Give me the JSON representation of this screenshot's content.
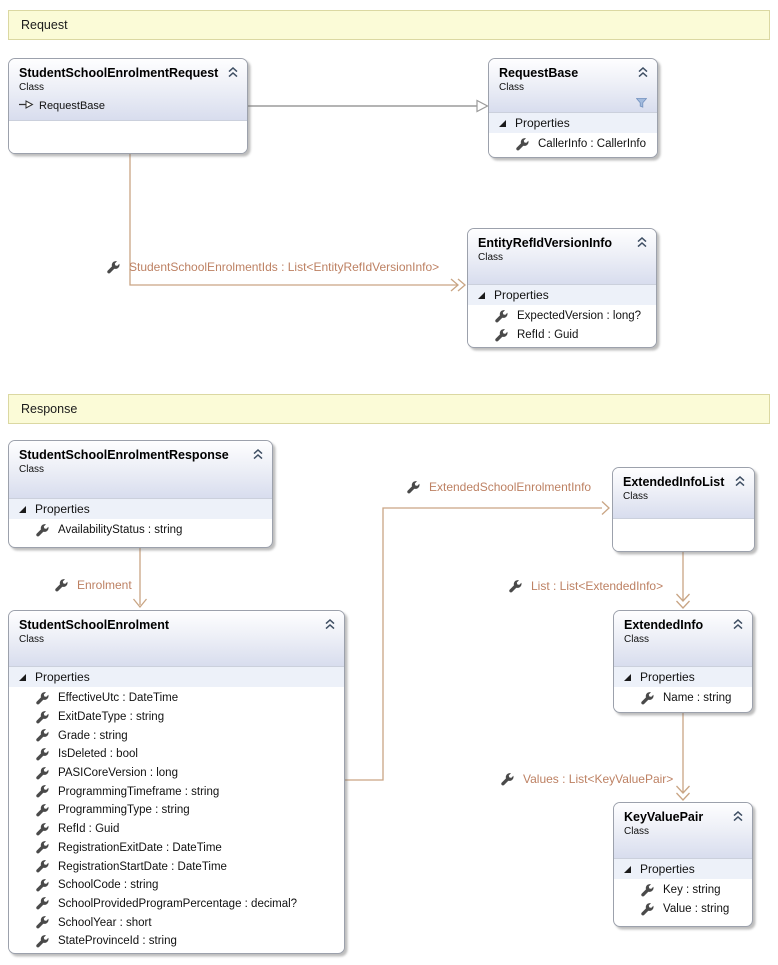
{
  "regions": {
    "request": {
      "label": "Request"
    },
    "response": {
      "label": "Response"
    }
  },
  "labels": {
    "properties": "Properties",
    "class_kind": "Class"
  },
  "classes": {
    "ss_request": {
      "title": "StudentSchoolEnrolmentRequest",
      "kind": "Class",
      "base": "RequestBase",
      "properties": []
    },
    "request_base": {
      "title": "RequestBase",
      "kind": "Class",
      "properties": [
        "CallerInfo : CallerInfo"
      ]
    },
    "entity_ref": {
      "title": "EntityRefIdVersionInfo",
      "kind": "Class",
      "properties": [
        "ExpectedVersion : long?",
        "RefId : Guid"
      ]
    },
    "ss_response": {
      "title": "StudentSchoolEnrolmentResponse",
      "kind": "Class",
      "properties": [
        "AvailabilityStatus : string"
      ]
    },
    "enrolment": {
      "title": "StudentSchoolEnrolment",
      "kind": "Class",
      "properties": [
        "EffectiveUtc : DateTime",
        "ExitDateType : string",
        "Grade : string",
        "IsDeleted : bool",
        "PASICoreVersion : long",
        "ProgrammingTimeframe : string",
        "ProgrammingType : string",
        "RefId : Guid",
        "RegistrationExitDate : DateTime",
        "RegistrationStartDate : DateTime",
        "SchoolCode : string",
        "SchoolProvidedProgramPercentage : decimal?",
        "SchoolYear : short",
        "StateProvinceId : string"
      ]
    },
    "extended_info_list": {
      "title": "ExtendedInfoList",
      "kind": "Class",
      "properties": []
    },
    "extended_info": {
      "title": "ExtendedInfo",
      "kind": "Class",
      "properties": [
        "Name : string"
      ]
    },
    "key_value_pair": {
      "title": "KeyValuePair",
      "kind": "Class",
      "properties": [
        "Key : string",
        "Value : string"
      ]
    }
  },
  "associations": {
    "student_school_enrolment_ids": {
      "label": "StudentSchoolEnrolmentIds : List<EntityRefIdVersionInfo>"
    },
    "enrolment": {
      "label": "Enrolment"
    },
    "extended_school_enrolment_info": {
      "label": "ExtendedSchoolEnrolmentInfo"
    },
    "list": {
      "label": "List : List<ExtendedInfo>"
    },
    "values": {
      "label": "Values : List<KeyValuePair>"
    }
  },
  "icons": {
    "collapse": "chevron-double-up",
    "expander": "triangle-expanded",
    "property": "wrench",
    "filter": "funnel",
    "inherits": "hollow-arrow-right"
  },
  "colors": {
    "association_line": "#C9A584",
    "association_label": "#BD8163",
    "inheritance_line": "#9B9B9B",
    "comment_bg": "#FBFBD7",
    "comment_border": "#DBD8A2",
    "box_border": "#9CA1AC",
    "header_gradient_bottom": "#D8DDEE",
    "properties_row_bg": "#EDF1F9"
  }
}
